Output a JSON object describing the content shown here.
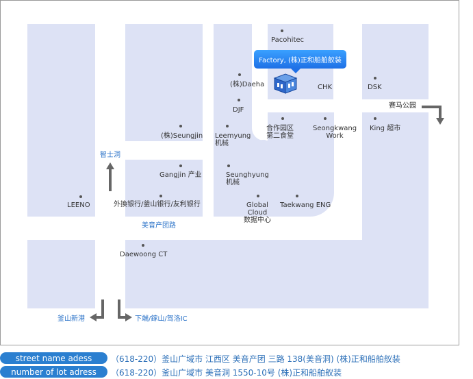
{
  "map": {
    "callout": "Factory, (株)正和船舶舣装",
    "places": [
      {
        "id": "pacohitec",
        "label": "Pacohitec"
      },
      {
        "id": "daeha",
        "label": "(株)Daeha"
      },
      {
        "id": "djf",
        "label": "DJF"
      },
      {
        "id": "chk",
        "label": "CHK"
      },
      {
        "id": "dsk",
        "label": "DSK"
      },
      {
        "id": "seungjin",
        "label": "(株)Seungjin"
      },
      {
        "id": "leemyung",
        "label": "Leemyung\n机械"
      },
      {
        "id": "hezuo",
        "label": "合作园区\n第二食堂"
      },
      {
        "id": "seongkwang",
        "label": "Seongkwang\nWork"
      },
      {
        "id": "king",
        "label": "King 超市"
      },
      {
        "id": "gangjin",
        "label": "Gangjin 产业"
      },
      {
        "id": "seunghyung",
        "label": "Seunghyung\n机械"
      },
      {
        "id": "leeno",
        "label": "LEENO"
      },
      {
        "id": "banks",
        "label": "外換银行/釜山银行/友利银行"
      },
      {
        "id": "global",
        "label": "Global\nCloud\n数据中心"
      },
      {
        "id": "taekwang",
        "label": "Taekwang ENG"
      },
      {
        "id": "daewoong",
        "label": "Daewoong CT"
      }
    ],
    "road_labels": {
      "saima": "赛马公园",
      "zhishidong": "智士洞",
      "meiyin": "美音产团路",
      "busan_xingang": "釜山新港",
      "xiaduan": "下端/鎵山/驾洛IC"
    }
  },
  "address": {
    "street_label": "street name adess",
    "street_value": "（618-220）釜山广域市 江西区 美音产团 三路 138(美音洞) (株)正和船舶舣装",
    "lot_label": "number of lot adress",
    "lot_value": "（618-220）釜山广域市 美音洞 1550-10号 (株)正和船舶舣装"
  },
  "colors": {
    "block": "#dde2f5",
    "accent": "#2b7fd0",
    "callout": "#1f70e6",
    "label_blue": "#2a72c8"
  }
}
